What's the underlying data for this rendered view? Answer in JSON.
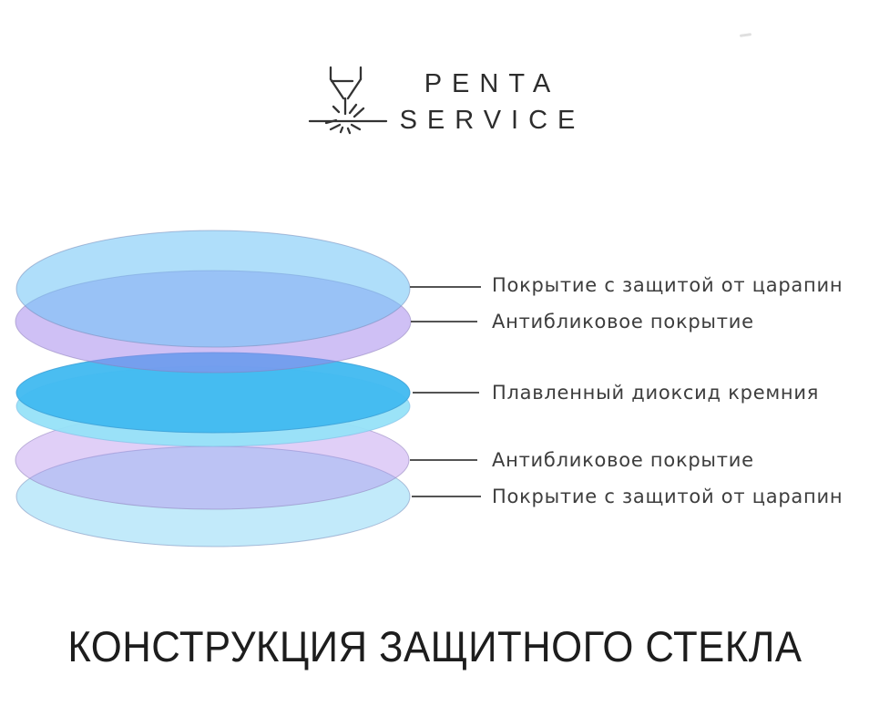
{
  "brand": {
    "line1": "PENTA",
    "line2": "SERVICE",
    "icon": "laser-engraver-icon",
    "text_color": "#2d2d2d"
  },
  "title": "КОНСТРУКЦИЯ ЗАЩИТНОГО СТЕКЛА",
  "title_color": "#1d1d1d",
  "diagram": {
    "label_color": "#3d3d3d",
    "leader_line_color": "#3c3c3c",
    "layers": [
      {
        "name": "scratch-coating-top",
        "label": "Покрытие с защитой от царапин",
        "fill": "rgba(110,195,245,0.55)",
        "approx_color": "#aedef9"
      },
      {
        "name": "antiglare-coating-top",
        "label": "Антибликовое покрытие",
        "fill": "rgba(160,130,235,0.5)",
        "approx_color": "#cfc0f5"
      },
      {
        "name": "fused-silica-core",
        "label": "Плавленный диоксид кремния",
        "fill": "rgba(64,185,240,0.95)",
        "side_fill": "rgba(150,225,248,0.95)",
        "approx_color": "#4abcf1"
      },
      {
        "name": "antiglare-coating-bottom",
        "label": "Антибликовое покрытие",
        "fill": "rgba(180,140,235,0.42)",
        "approx_color": "#dfcff6"
      },
      {
        "name": "scratch-coating-bottom",
        "label": "Покрытие с защитой от царапин",
        "fill": "rgba(143,217,246,0.55)",
        "approx_color": "#c1eafa"
      }
    ]
  }
}
